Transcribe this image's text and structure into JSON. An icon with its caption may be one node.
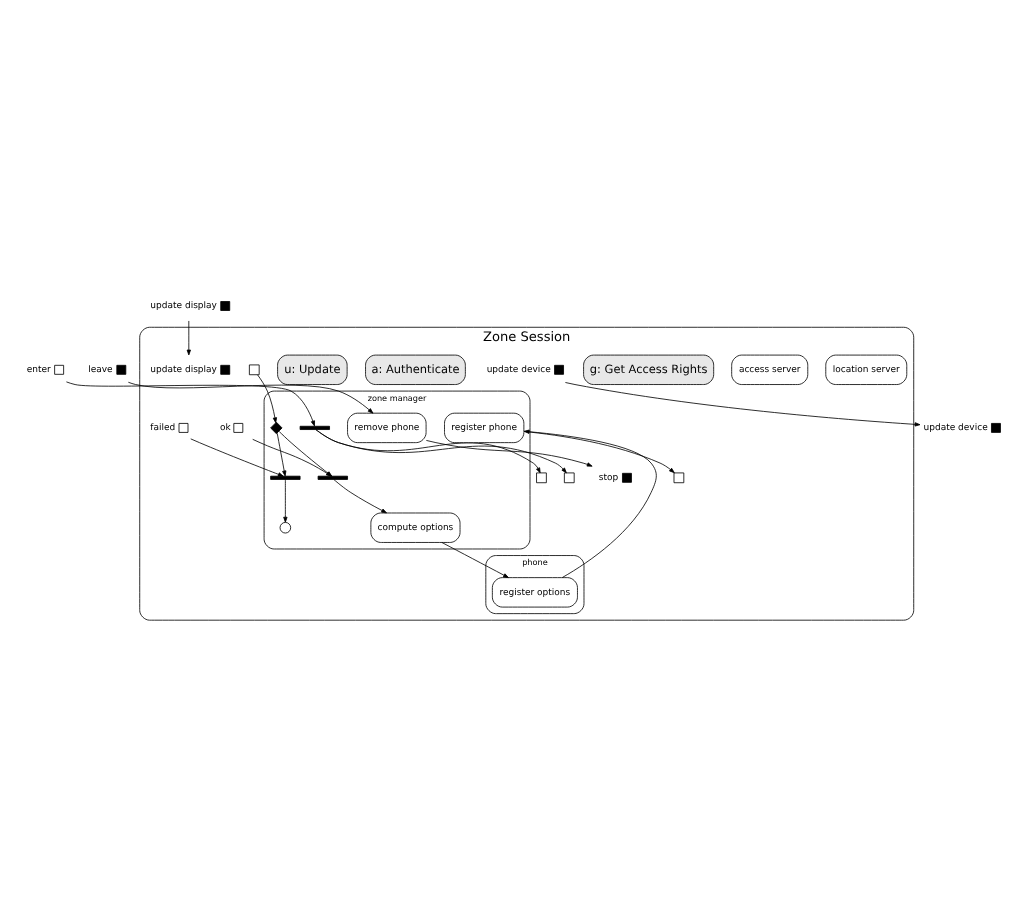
{
  "diagram": {
    "nodes": [
      {
        "text": [
          "Zone Session"
        ]
      },
      {
        "text": [
          "location server"
        ],
        "in": 0
      },
      {
        "text": [
          "zone manager"
        ],
        "in": 0
      },
      {
        "text": [
          "access server"
        ],
        "in": 0
      },
      {
        "text": [
          "phone"
        ],
        "in": 0
      },
      {
        "text": [],
        "shape": "box",
        "beside": [
          "enter"
        ]
      },
      {
        "text": [],
        "shape": "bar",
        "in": 2
      },
      {
        "text": [
          "g: Get Access Rights"
        ],
        "in": 0
      },
      {
        "text": [],
        "shape": "box",
        "in": 0
      },
      {
        "text": [],
        "shape": "box",
        "in": 0
      },
      {
        "text": [
          "a: Authenticate"
        ],
        "in": 0
      },
      {
        "text": [],
        "shape": "box",
        "in": 0
      },
      {
        "text": [],
        "shape": "box",
        "beside": [
          "failed"
        ],
        "in": 0
      },
      {
        "text": [],
        "shape": "box",
        "beside": [
          "ok"
        ],
        "in": 0
      },
      {
        "text": [],
        "shape": "diamond",
        "in": 2
      },
      {
        "text": [],
        "shape": "bar",
        "in": 2
      },
      {
        "text": [],
        "shape": "bar",
        "in": 2
      },
      {
        "text": [],
        "shape": "circle",
        "in": 2
      },
      {
        "text": [
          "compute options"
        ],
        "in": 2
      },
      {
        "text": [
          "register options"
        ],
        "in": 4
      },
      {
        "text": [
          "register phone"
        ],
        "in": 2
      },
      {
        "text": [
          "u: Update"
        ],
        "in": 0
      },
      {
        "text": [],
        "shape": "box",
        "in": 0
      },
      {
        "text": [],
        "shape": "box",
        "beside": [
          "leave"
        ]
      },
      {
        "text": [
          "remove phone"
        ],
        "in": 2
      },
      {
        "text": [],
        "shape": "box",
        "beside": [
          "stop"
        ],
        "in": 0
      },
      {
        "text": [],
        "shape": "box",
        "beside": [
          "update device"
        ],
        "in": 0
      },
      {
        "text": [],
        "shape": "box",
        "beside": [
          "update display"
        ],
        "in": 0
      },
      {
        "text": [],
        "shape": "box",
        "beside": [
          "update device"
        ]
      },
      {
        "text": [],
        "shape": "box",
        "beside": [
          "update display"
        ]
      }
    ],
    "edges": [
      {
        "from": 5,
        "to": 6,
        "arrow": "to"
      },
      {
        "from": 6,
        "to": 8,
        "arrow": "to"
      },
      {
        "from": 6,
        "to": 11,
        "arrow": "to"
      },
      {
        "from": 9,
        "to": 14,
        "arrow": "to"
      },
      {
        "from": 12,
        "to": 15,
        "arrow": "to"
      },
      {
        "from": 13,
        "to": 16,
        "arrow": "to"
      },
      {
        "from": 14,
        "to": 15,
        "arrow": "to"
      },
      {
        "from": 14,
        "to": 16,
        "arrow": "to"
      },
      {
        "from": 15,
        "to": 17,
        "arrow": "to"
      },
      {
        "from": 16,
        "to": 18,
        "arrow": "to"
      },
      {
        "from": 18,
        "to": 19,
        "arrow": "to"
      },
      {
        "from": 19,
        "to": 20,
        "arrow": "to"
      },
      {
        "from": 20,
        "to": 22,
        "arrow": "to"
      },
      {
        "from": 23,
        "to": 24,
        "arrow": "to"
      },
      {
        "from": 24,
        "to": 25,
        "arrow": "to"
      },
      {
        "from": 26,
        "to": 28,
        "arrow": "to"
      },
      {
        "from": 29,
        "to": 27,
        "arrow": "to"
      }
    ]
  }
}
